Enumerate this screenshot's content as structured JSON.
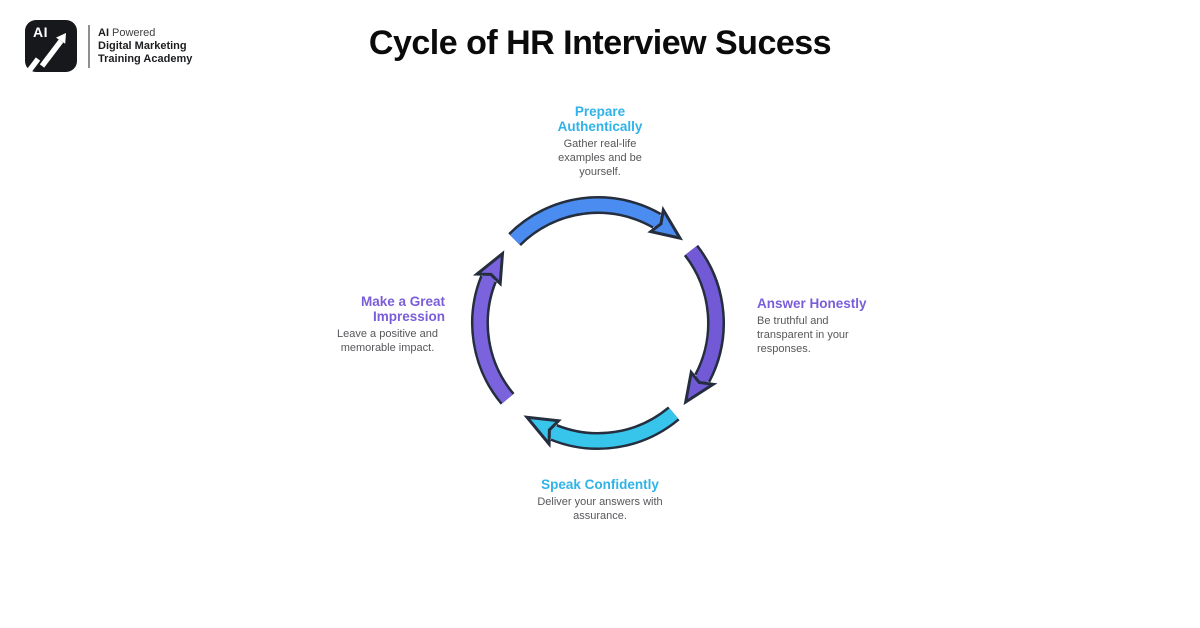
{
  "logo": {
    "badge_text": "AI",
    "tagline_bold": "AI",
    "tagline_rest": "Powered",
    "name_line1": "Digital Marketing",
    "name_line2": "Training Academy"
  },
  "title": "Cycle of HR Interview Sucess",
  "colors": {
    "heading_cyan": "#2fb3e8",
    "heading_purple": "#7a5ed9",
    "body_gray": "#56575a",
    "arc_outline": "#252e3f",
    "arc_blue": "#4a8cf0",
    "arc_purple_right": "#7259d6",
    "arc_cyan": "#38c5ec",
    "arc_purple_left": "#7c63de"
  },
  "cycle": {
    "direction": "clockwise",
    "steps": [
      {
        "position": "top",
        "heading": "Prepare Authentically",
        "body": "Gather real-life examples and be yourself."
      },
      {
        "position": "right",
        "heading": "Answer Honestly",
        "body": "Be truthful and transparent in your responses."
      },
      {
        "position": "bottom",
        "heading": "Speak Confidently",
        "body": "Deliver your answers with assurance."
      },
      {
        "position": "left",
        "heading": "Make a Great Impression",
        "body": "Leave a positive and memorable impact."
      }
    ]
  }
}
